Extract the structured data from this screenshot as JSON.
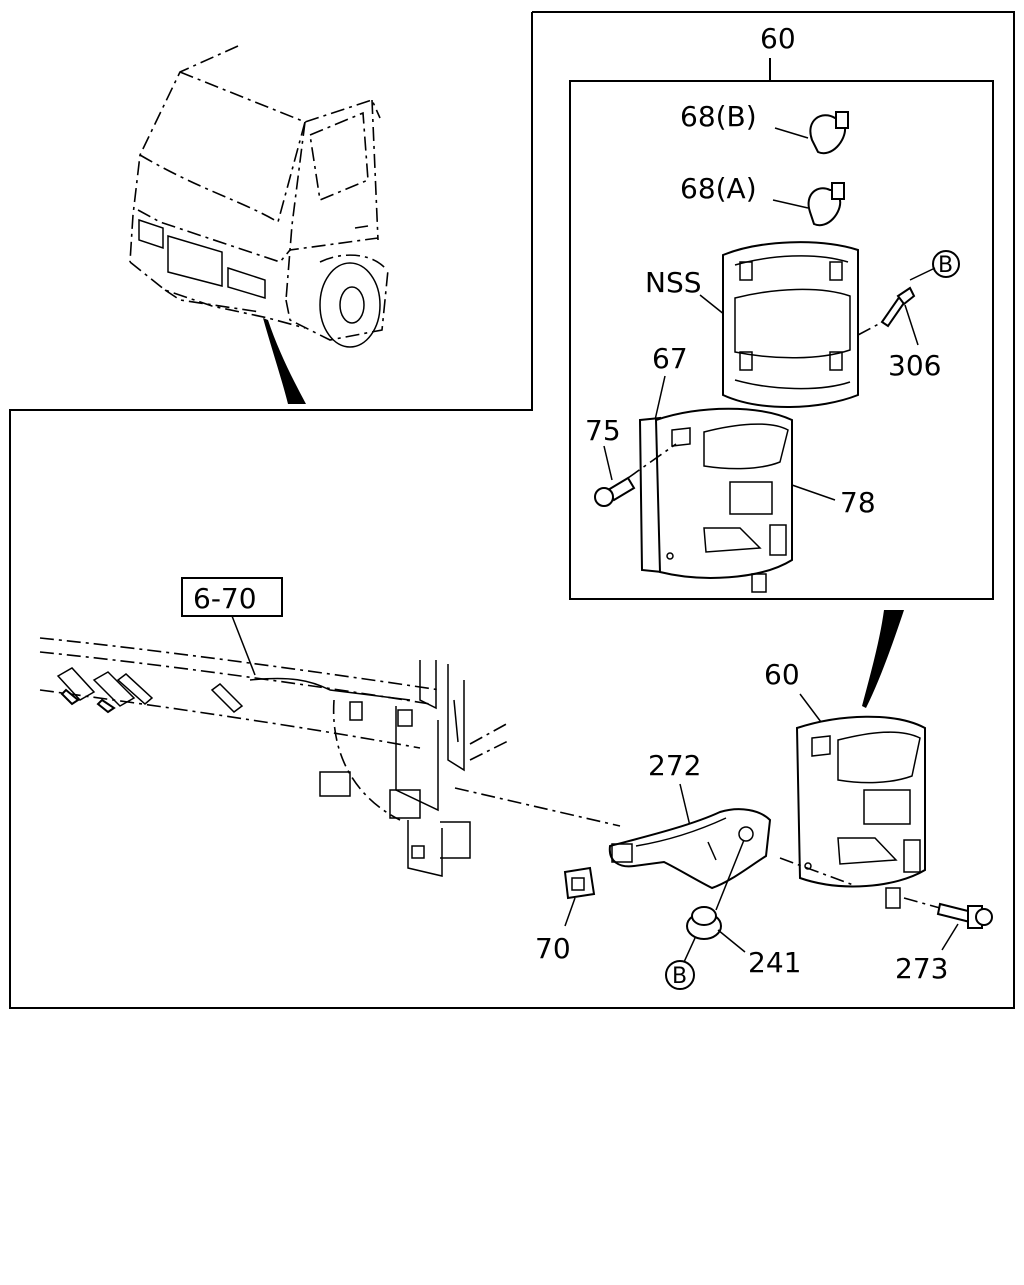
{
  "diagram": {
    "labels": {
      "assembly_top": "60",
      "bulb_b": "68(B)",
      "bulb_a": "68(A)",
      "housing": "NSS",
      "screw_306": "306",
      "ref_b_top": "B",
      "gasket": "67",
      "screw_75": "75",
      "lens": "78",
      "ref_frame": "6-70",
      "assembly_bottom": "60",
      "bracket": "272",
      "clip": "70",
      "grommet": "241",
      "ref_b_bottom": "B",
      "bolt": "273"
    }
  }
}
